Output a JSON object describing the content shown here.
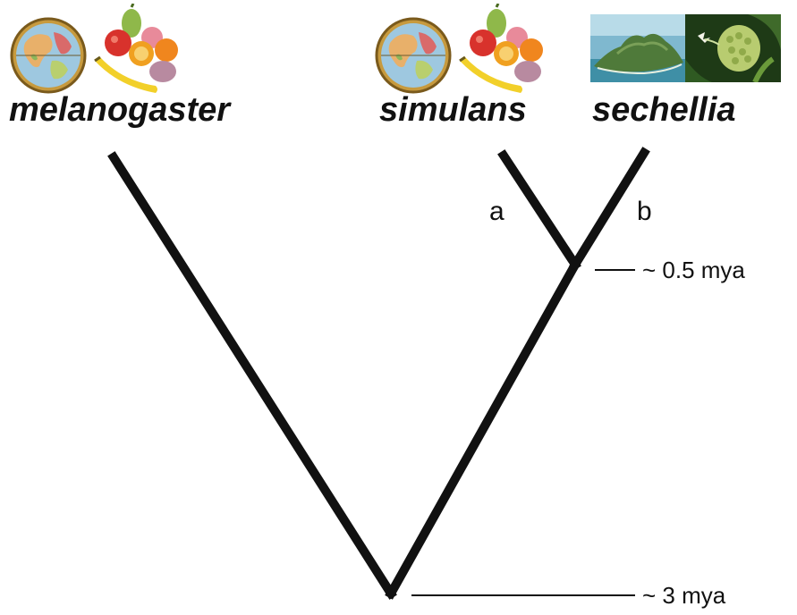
{
  "species": [
    {
      "id": "melanogaster",
      "label": "melanogaster",
      "icons": [
        "globe-icon",
        "fruit-pile-icon"
      ]
    },
    {
      "id": "simulans",
      "label": "simulans",
      "icons": [
        "globe-icon",
        "fruit-pile-icon"
      ]
    },
    {
      "id": "sechellia",
      "label": "sechellia",
      "icons": [
        "island-photo-icon",
        "noni-fruit-icon"
      ]
    }
  ],
  "branch_labels": {
    "a": "a",
    "b": "b"
  },
  "times": {
    "recent": "~ 0.5 mya",
    "root": "~ 3 mya"
  },
  "colors": {
    "line": "#111111",
    "text": "#111111"
  }
}
